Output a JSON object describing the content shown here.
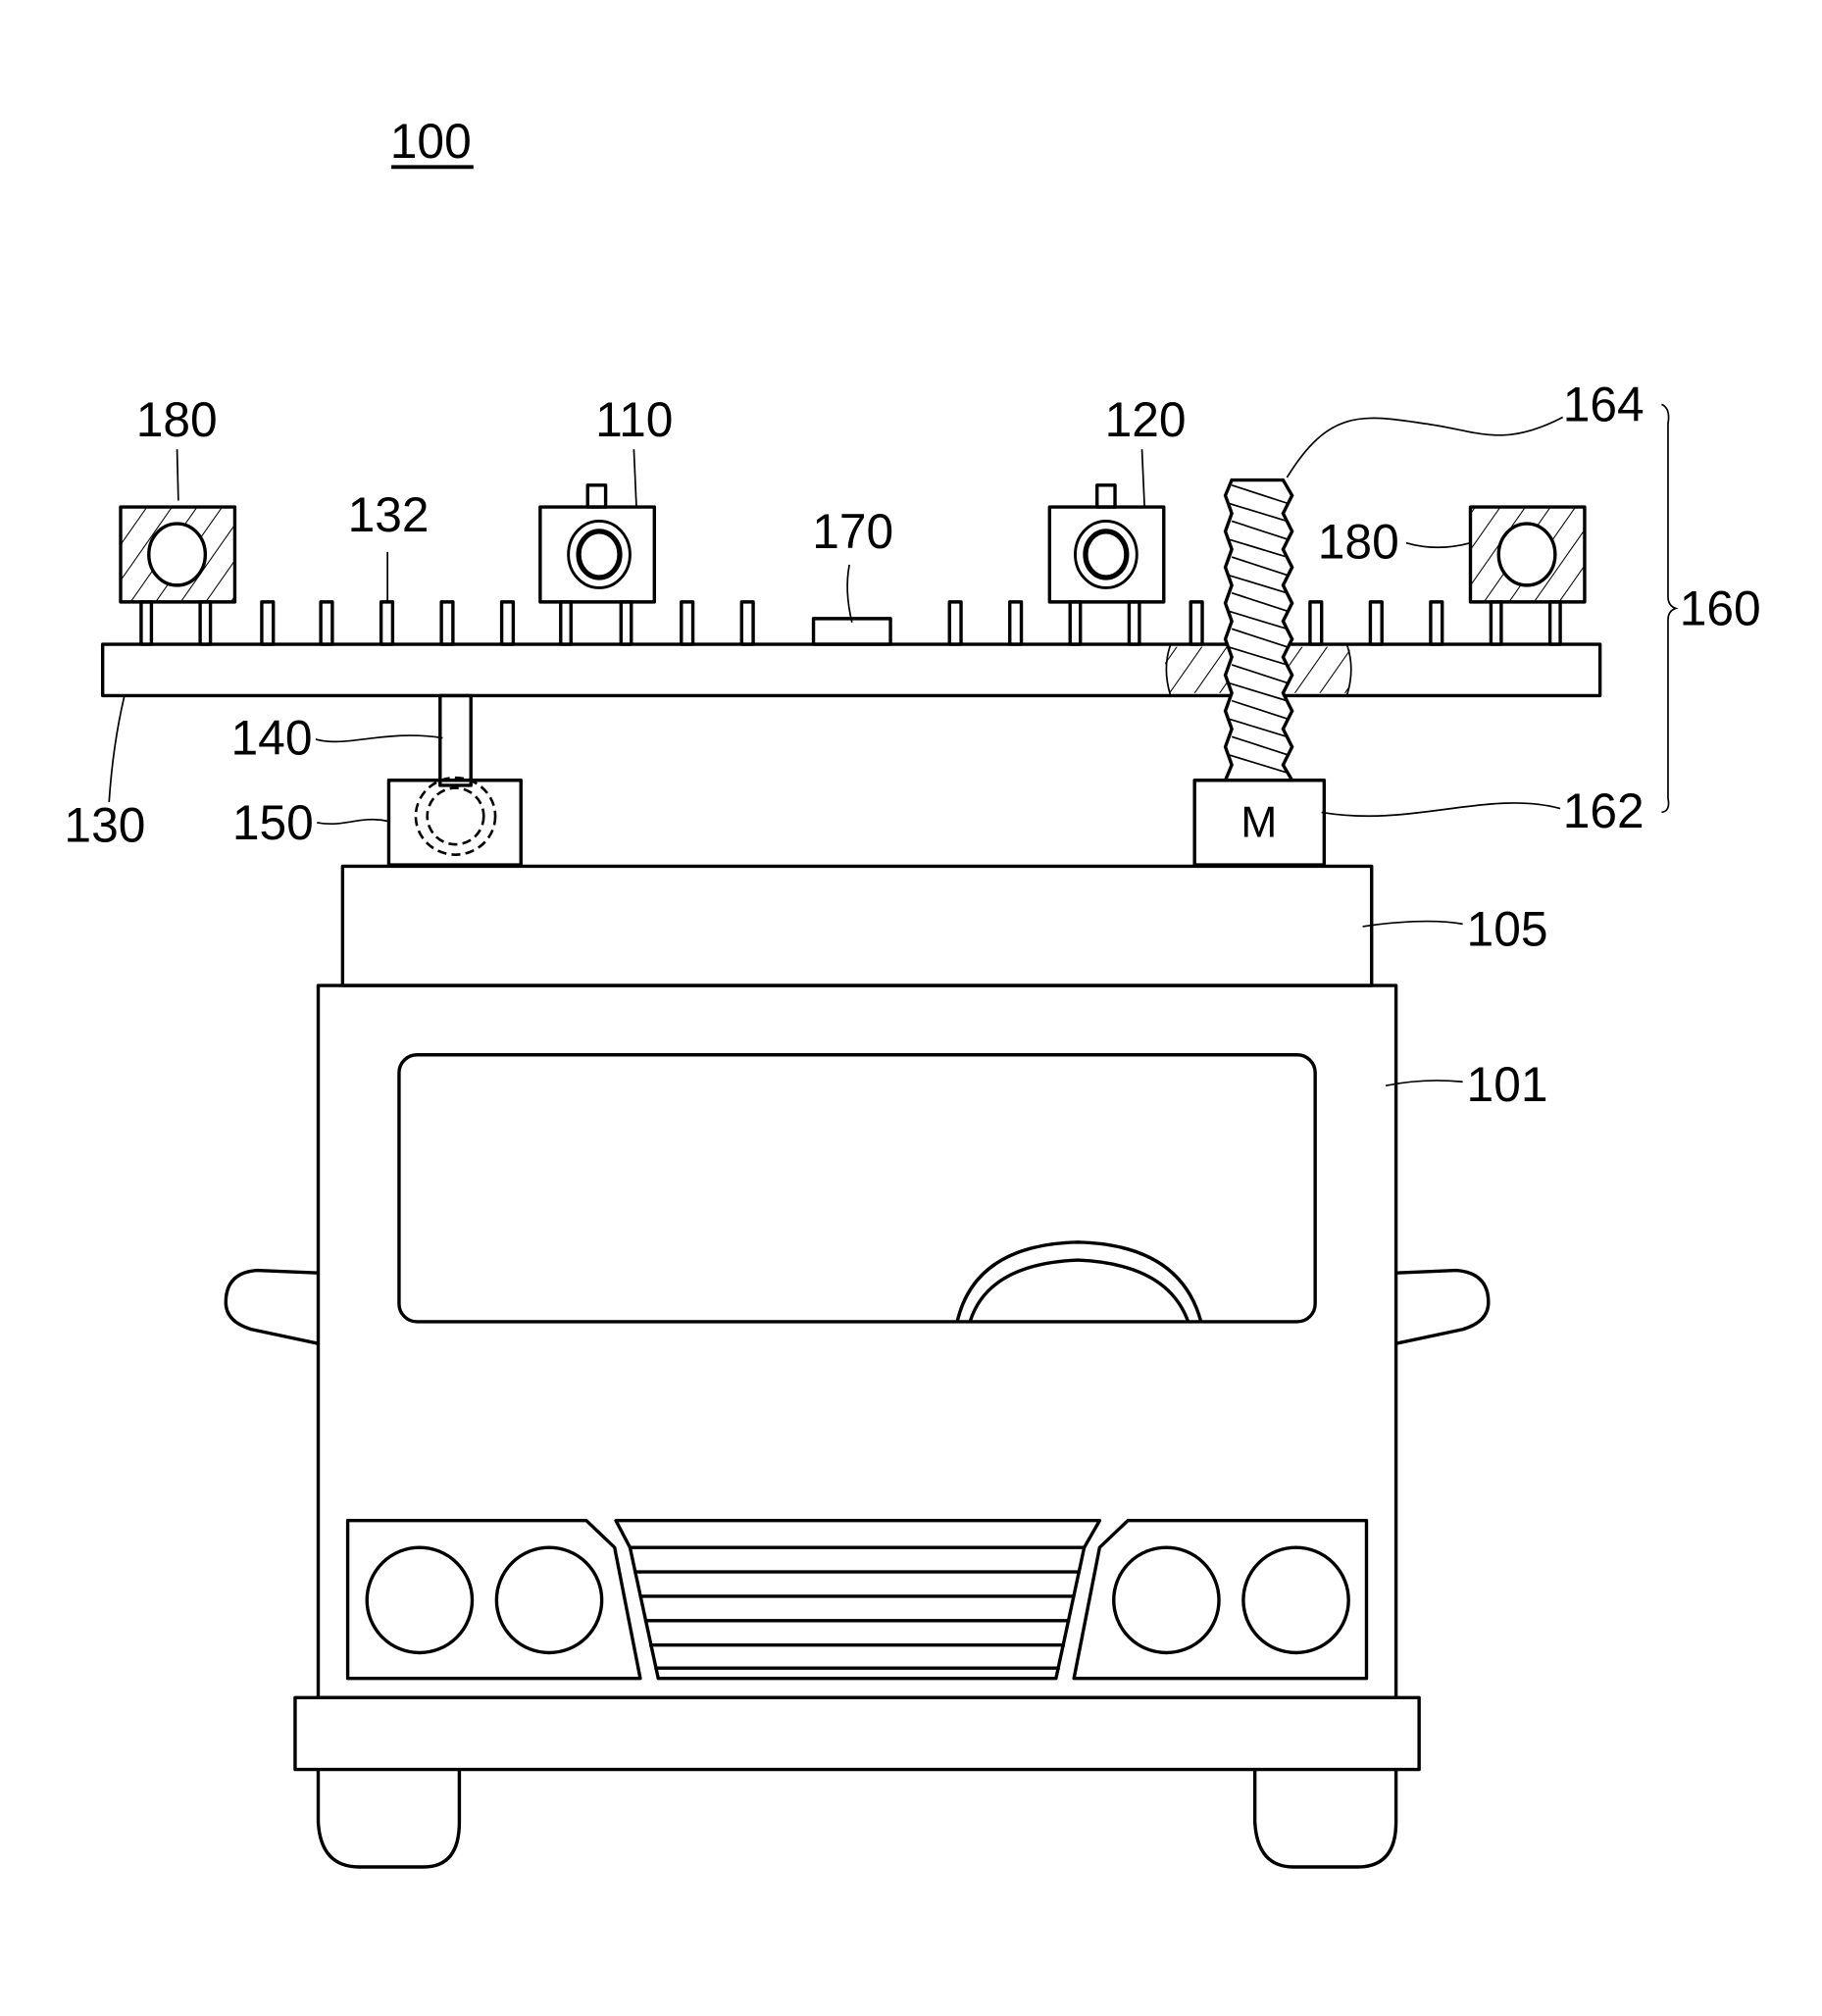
{
  "figure": {
    "title_ref": "100",
    "labels": {
      "vehicle_body": "101",
      "mount_base": "105",
      "camera_1": "110",
      "camera_2": "120",
      "support_plate": "130",
      "pins": "132",
      "shaft": "140",
      "rotary_joint": "150",
      "lift_assembly": "160",
      "motor": "162",
      "screw": "164",
      "center_module": "170",
      "light_left": "180",
      "light_right": "180"
    },
    "motor_glyph": "M"
  }
}
